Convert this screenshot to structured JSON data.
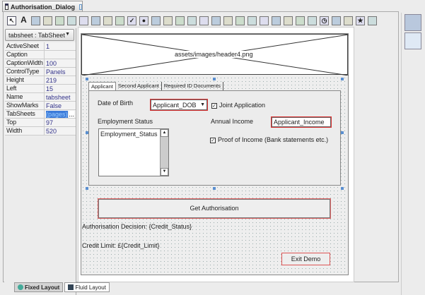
{
  "window": {
    "tab_title": "Authorisation_Dialog"
  },
  "toolbar": {
    "tools": [
      "pointer",
      "label",
      "image",
      "button",
      "memo",
      "panel",
      "heading",
      "spinner",
      "slider",
      "grid",
      "checkbox",
      "radio",
      "media",
      "video",
      "frame",
      "listbox",
      "textbox",
      "edit",
      "map",
      "browser",
      "window",
      "upload",
      "page",
      "calendar",
      "database",
      "export",
      "clock",
      "file",
      "chart",
      "star",
      "tiles"
    ]
  },
  "properties": {
    "selector": "tabsheet : TabSheet",
    "rows": [
      {
        "key": "ActiveSheet",
        "value": "1"
      },
      {
        "key": "Caption",
        "value": ""
      },
      {
        "key": "CaptionWidth",
        "value": "100"
      },
      {
        "key": "ControlType",
        "value": "Panels"
      },
      {
        "key": "Height",
        "value": "219"
      },
      {
        "key": "Left",
        "value": "15"
      },
      {
        "key": "Name",
        "value": "tabsheet"
      },
      {
        "key": "ShowMarks",
        "value": "False"
      },
      {
        "key": "TabSheets",
        "value": "(pages)"
      },
      {
        "key": "Top",
        "value": "97"
      },
      {
        "key": "Width",
        "value": "520"
      }
    ],
    "edit_button": "..."
  },
  "form": {
    "image_path": "assets/images/header4.png",
    "tabs": [
      "Applicant",
      "Second Applicant",
      "Required ID Documents"
    ],
    "dob_label": "Date of Birth",
    "dob_combo": "Applicant_DOB",
    "joint_label": "Joint Application",
    "employment_label": "Employment Status",
    "employment_list_item": "Employment_Status",
    "income_label": "Annual Income",
    "income_input": "Applicant_Income",
    "proof_label": "Proof of Income  (Bank statements etc.)",
    "get_auth_button": "Get Authorisation",
    "decision_text": "Authorisation Decision: {Credit_Status}",
    "limit_text": "Credit Limit: £{Credit_Limit}",
    "exit_button": "Exit Demo"
  },
  "bottom_tabs": [
    "Fixed Layout",
    "Fluid Layout"
  ]
}
